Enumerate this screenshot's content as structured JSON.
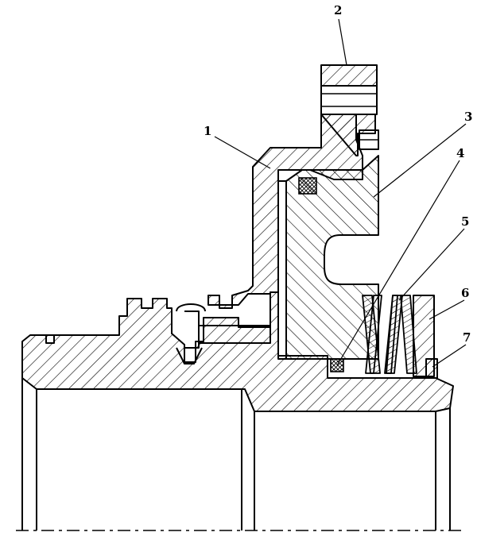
{
  "figure": {
    "callouts": [
      {
        "id": "1",
        "label": "1"
      },
      {
        "id": "2",
        "label": "2"
      },
      {
        "id": "3",
        "label": "3"
      },
      {
        "id": "4",
        "label": "4"
      },
      {
        "id": "5",
        "label": "5"
      },
      {
        "id": "6",
        "label": "6"
      },
      {
        "id": "7",
        "label": "7"
      }
    ]
  },
  "colors": {
    "ink": "#000000",
    "paper": "#ffffff"
  }
}
